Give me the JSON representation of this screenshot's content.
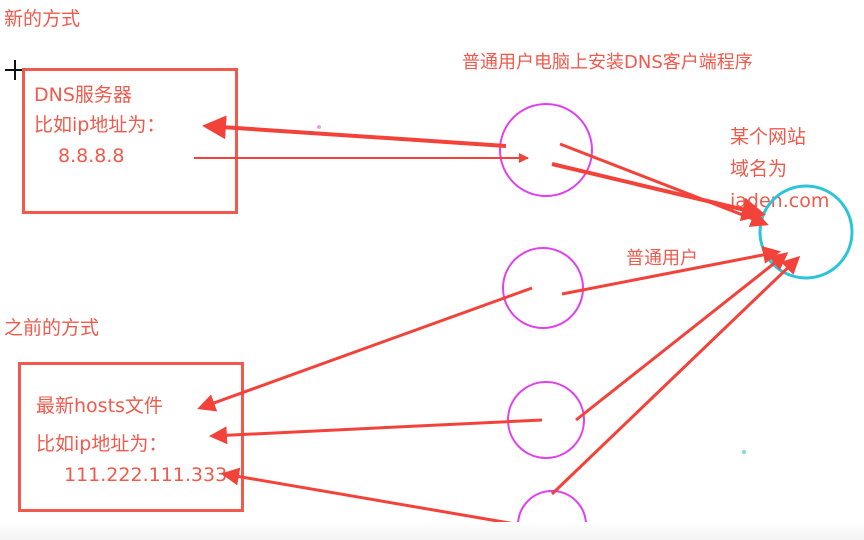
{
  "labels": {
    "new_way": "新的方式",
    "old_way": "之前的方式",
    "dns_client": "普通用户电脑上安装DNS客户端程序",
    "website": {
      "line1": "某个网站",
      "line2": "域名为",
      "line3": "jaden.com"
    },
    "normal_user": "普通用户",
    "dns_server": {
      "line1": "DNS服务器",
      "line2": "比如ip地址为：",
      "line3": "8.8.8.8"
    },
    "hosts_file": {
      "line1": "最新hosts文件",
      "line2": "比如ip地址为：",
      "line3": "111.222.111.333"
    }
  },
  "colors": {
    "annotation_red": "#ef5a4c",
    "arrow_red": "#f2423a",
    "user_circle_magenta": "#e040f0",
    "website_circle_cyan": "#2cc4d8"
  }
}
